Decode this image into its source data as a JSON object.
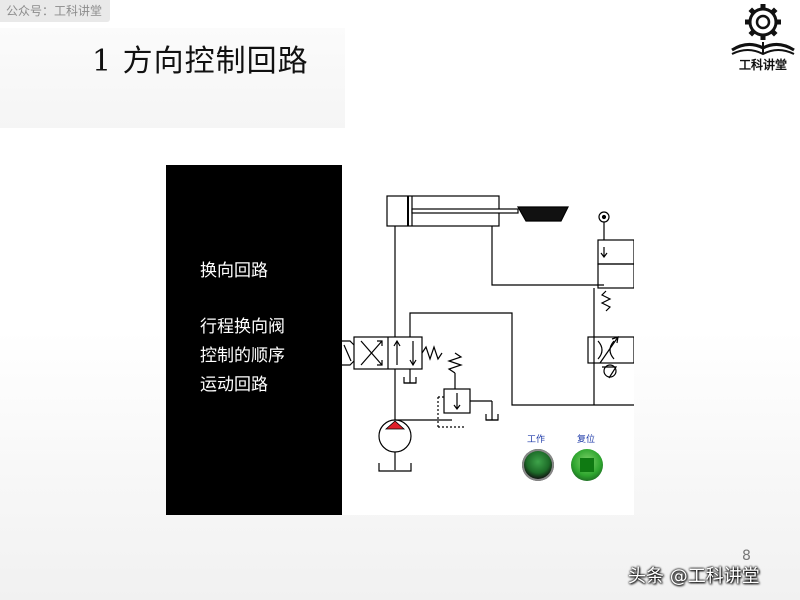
{
  "watermark_top": "公众号：工科讲堂",
  "title": "1  方向控制回路",
  "logo": {
    "text": "工科讲堂",
    "icon": "gear-book-icon"
  },
  "panel": {
    "line1": "换向回路",
    "line2": "行程换向阀",
    "line3": "控制的顺序",
    "line4": "运动回路"
  },
  "buttons": {
    "work_label": "工作",
    "reset_label": "复位"
  },
  "page_number": "8",
  "watermark_bottom": "头条 @工科讲堂",
  "colors": {
    "panel_bg": "#000000",
    "button_green": "#2ea52e",
    "button_label": "#1e3aa8",
    "pump_red": "#e0202a"
  }
}
